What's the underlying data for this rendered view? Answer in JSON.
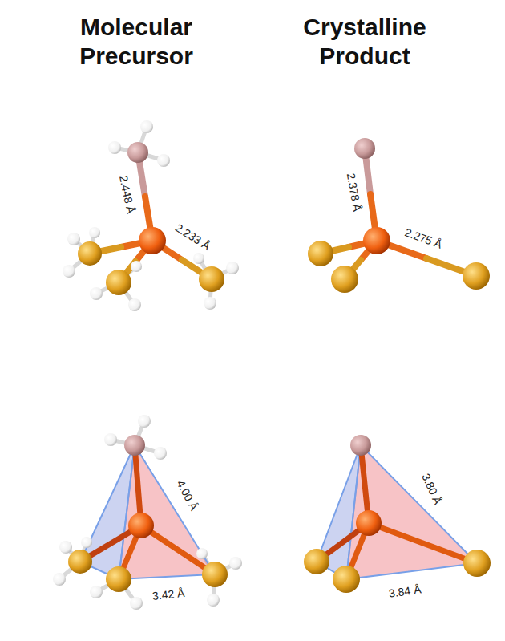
{
  "diagram": {
    "labels": [
      "Molecular Precursor",
      "Crystalline Product",
      "2.448 Å",
      "2.233 Å",
      "2.378 Å",
      "2.275 Å",
      "4.00 Å",
      "3.42 Å",
      "3.80 Å",
      "3.84 Å"
    ]
  }
}
